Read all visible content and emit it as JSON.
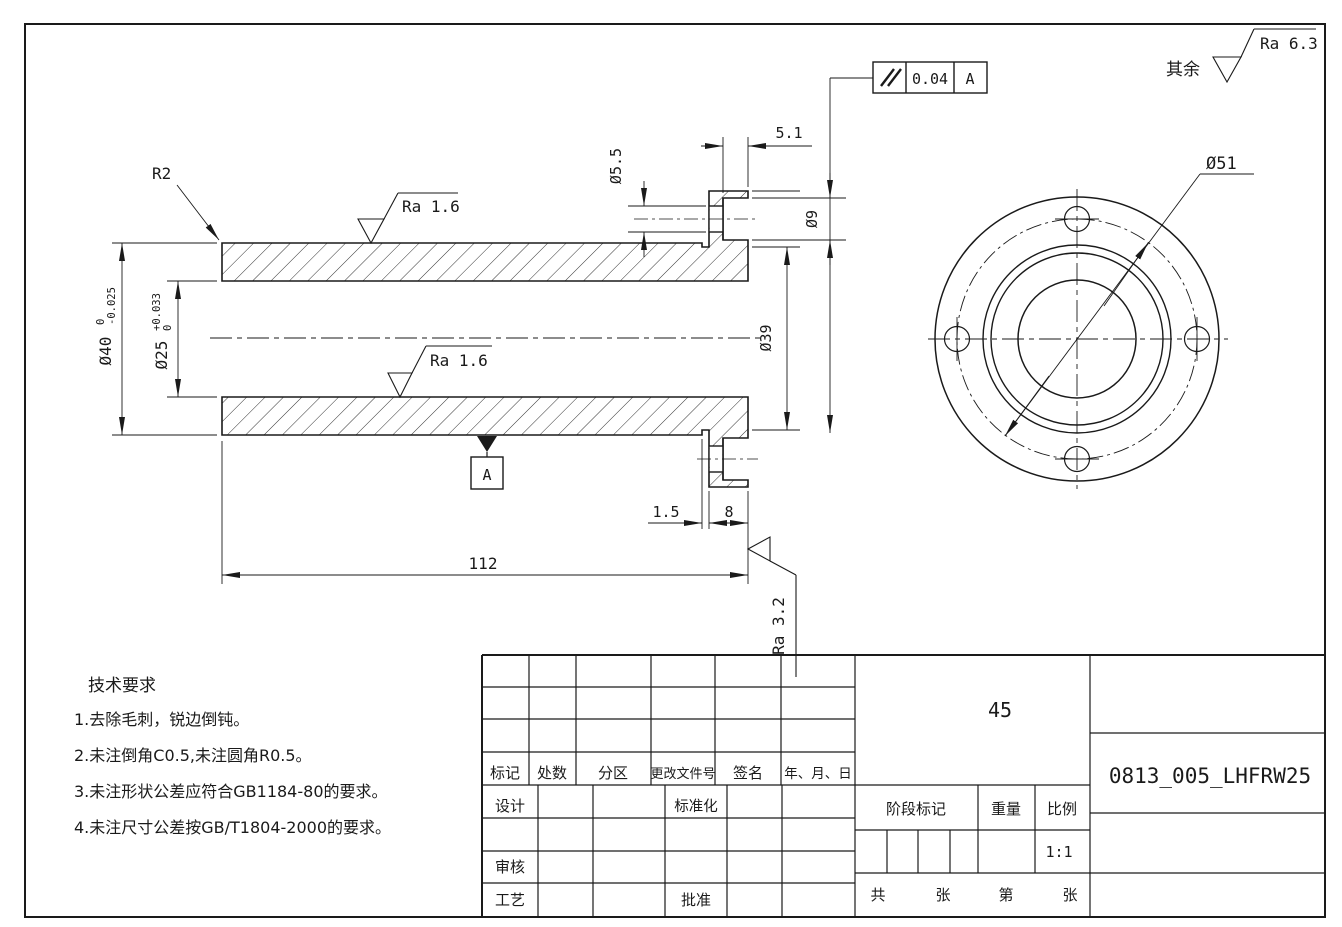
{
  "surface_note": {
    "prefix": "其余",
    "value": "Ra 6.3"
  },
  "fcf": {
    "symbol": "parallelism",
    "tolerance": "0.04",
    "datum": "A"
  },
  "datum_label": "A",
  "dimensions": {
    "corner_radius": "R2",
    "od": "Ø40",
    "od_tol_upper": "0",
    "od_tol_lower": "-0.025",
    "bore": "Ø25",
    "bore_tol_upper": "+0.033",
    "bore_tol_lower": "0",
    "ra_outer": "Ra 1.6",
    "ra_bore": "Ra 1.6",
    "ra_face": "Ra 3.2",
    "cbore_depth": "5.1",
    "hole_dia": "Ø5.5",
    "cbore_dia": "Ø9",
    "step_dia": "Ø39",
    "length": "112",
    "groove_width": "1.5",
    "flange_thickness": "8",
    "bolt_circle": "Ø51"
  },
  "tech_requirements": {
    "title": "技术要求",
    "items": [
      "1.去除毛刺，锐边倒钝。",
      "2.未注倒角C0.5,未注圆角R0.5。",
      "3.未注形状公差应符合GB1184-80的要求。",
      "4.未注尺寸公差按GB/T1804-2000的要求。"
    ]
  },
  "title_block": {
    "rev_headers": [
      "标记",
      "处数",
      "分区",
      "更改文件号",
      "签名",
      "年、月、日"
    ],
    "design_label": "设计",
    "standardization_label": "标准化",
    "check_label": "审核",
    "process_label": "工艺",
    "approve_label": "批准",
    "material": "45",
    "stage_label": "阶段标记",
    "weight_label": "重量",
    "scale_label": "比例",
    "scale_value": "1:1",
    "sheets_total_label": "共",
    "sheets_total_unit": "张",
    "sheet_no_label": "第",
    "sheet_no_unit": "张",
    "drawing_number": "0813_005_LHFRW25"
  }
}
